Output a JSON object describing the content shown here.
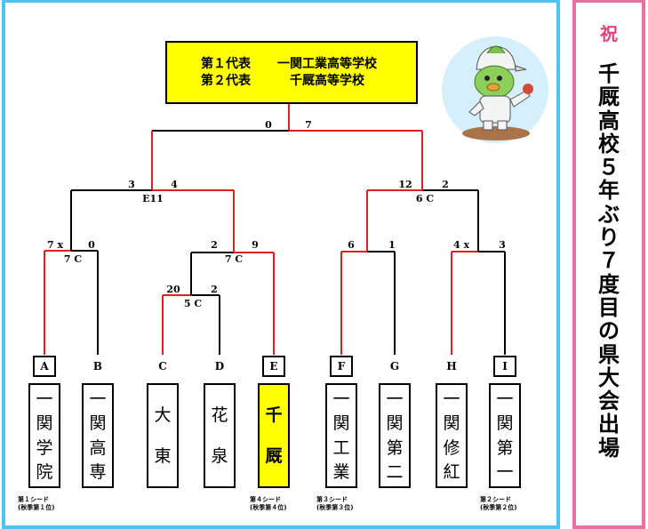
{
  "representatives": [
    {
      "label": "第１代表",
      "school": "一関工業高等学校"
    },
    {
      "label": "第２代表",
      "school": "千厩高等学校"
    }
  ],
  "iwai": "祝",
  "headline": "千厩高校５年ぶり７度目の県大会出場",
  "seeds": [
    "A",
    "B",
    "C",
    "D",
    "E",
    "F",
    "G",
    "H",
    "I"
  ],
  "schools": [
    "一関学院",
    "一関高専",
    "大東",
    "花泉",
    "千厩",
    "一関工業",
    "一関第二",
    "一関修紅",
    "一関第一"
  ],
  "highlight_school_index": 4,
  "seed_notes": [
    {
      "line1": "第１シード",
      "line2": "(秋季第１位)"
    },
    {
      "line1": "第４シード",
      "line2": "(秋季第４位)"
    },
    {
      "line1": "第３シード",
      "line2": "(秋季第３位)"
    },
    {
      "line1": "第２シード",
      "line2": "(秋季第２位)"
    }
  ],
  "games": [
    {
      "id": "5C",
      "label": "5 C",
      "scores": [
        "20",
        "2"
      ]
    },
    {
      "id": "7C-left",
      "label": "7 C",
      "scores": [
        "7 x",
        "0"
      ]
    },
    {
      "id": "7C-mid",
      "label": "7 C",
      "scores": [
        "2",
        "9"
      ]
    },
    {
      "id": "E11",
      "label": "E11",
      "scores": [
        "3",
        "4"
      ]
    },
    {
      "id": "6C",
      "label": "6 C",
      "scores": [
        "12",
        "2"
      ]
    },
    {
      "id": "final",
      "label": "",
      "scores": [
        "0",
        "7"
      ]
    }
  ],
  "games_right": [
    {
      "id": "FG",
      "label": "",
      "scores": [
        "6",
        "1"
      ]
    },
    {
      "id": "HI",
      "label": "",
      "scores": [
        "4 x",
        "3"
      ]
    }
  ],
  "colors": {
    "win": "#e02020",
    "line": "#000000",
    "frame_left": "#4ec3f0",
    "frame_right": "#ec6fa3",
    "highlight": "#ffff00"
  }
}
